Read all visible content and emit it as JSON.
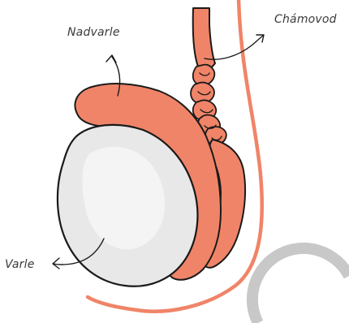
{
  "labels": {
    "epididymis": "Nadvarle",
    "vas_deferens": "Chámovod",
    "testis": "Varle"
  },
  "colors": {
    "organ_salmon": "#F08468",
    "organ_outline": "#1a1a1a",
    "testis_fill": "#E8E8E9",
    "testis_highlight": "#F4F4F5",
    "scrotum_line": "#F08468",
    "watermark_gray": "#C8C8C8",
    "label_text": "#3a3a3a"
  }
}
